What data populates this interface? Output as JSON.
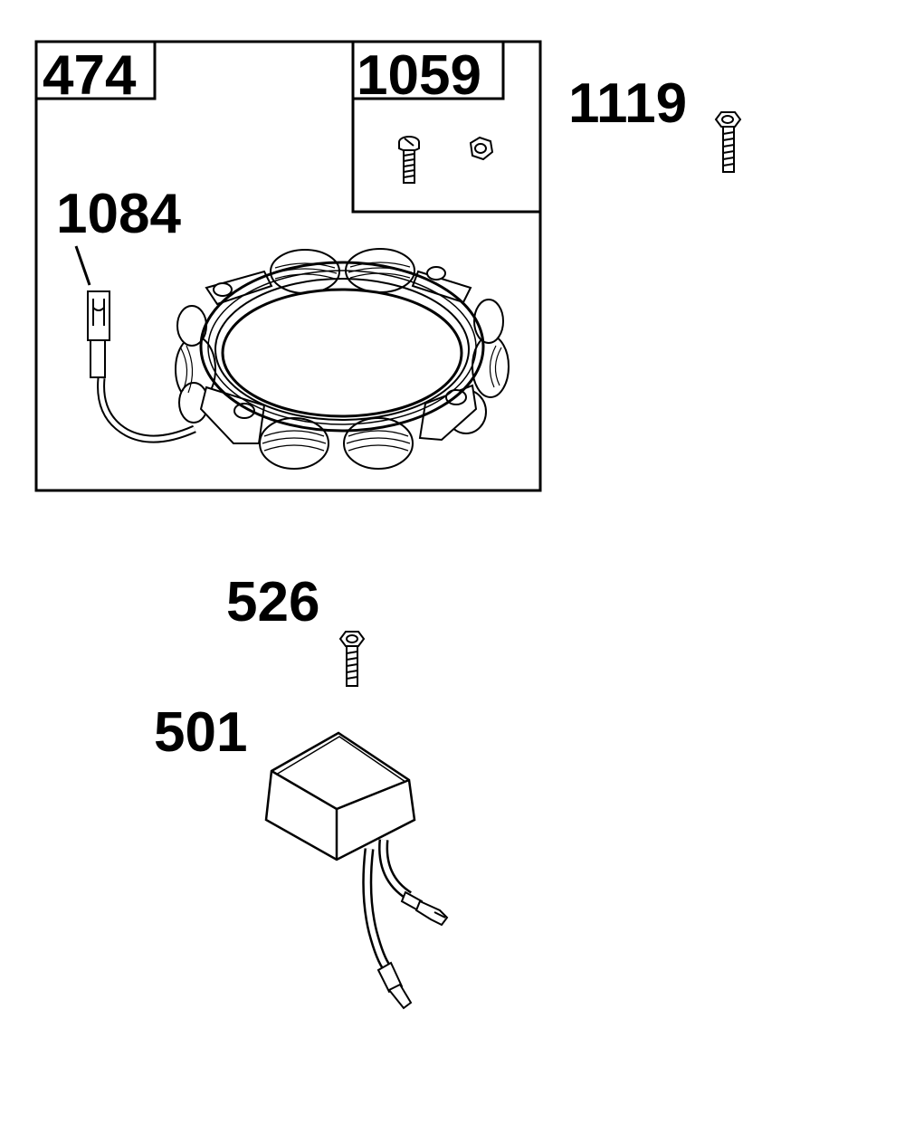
{
  "diagram": {
    "colors": {
      "ink": "#000000",
      "paper": "#ffffff"
    },
    "frames": [
      {
        "name": "stator-assembly-frame",
        "tag": "474"
      },
      {
        "name": "fastener-kit-frame",
        "tag": "1059"
      }
    ],
    "labels": {
      "stator_lead": "1084",
      "screw": "1119",
      "regulator_screw": "526",
      "regulator": "501"
    },
    "parts": [
      {
        "name": "stator-ring-icon"
      },
      {
        "name": "stator-lead-wire-icon"
      },
      {
        "name": "kit-screw-icon"
      },
      {
        "name": "kit-nut-icon"
      },
      {
        "name": "hex-screw-icon"
      },
      {
        "name": "regulator-screw-icon"
      },
      {
        "name": "regulator-box-icon"
      }
    ]
  }
}
